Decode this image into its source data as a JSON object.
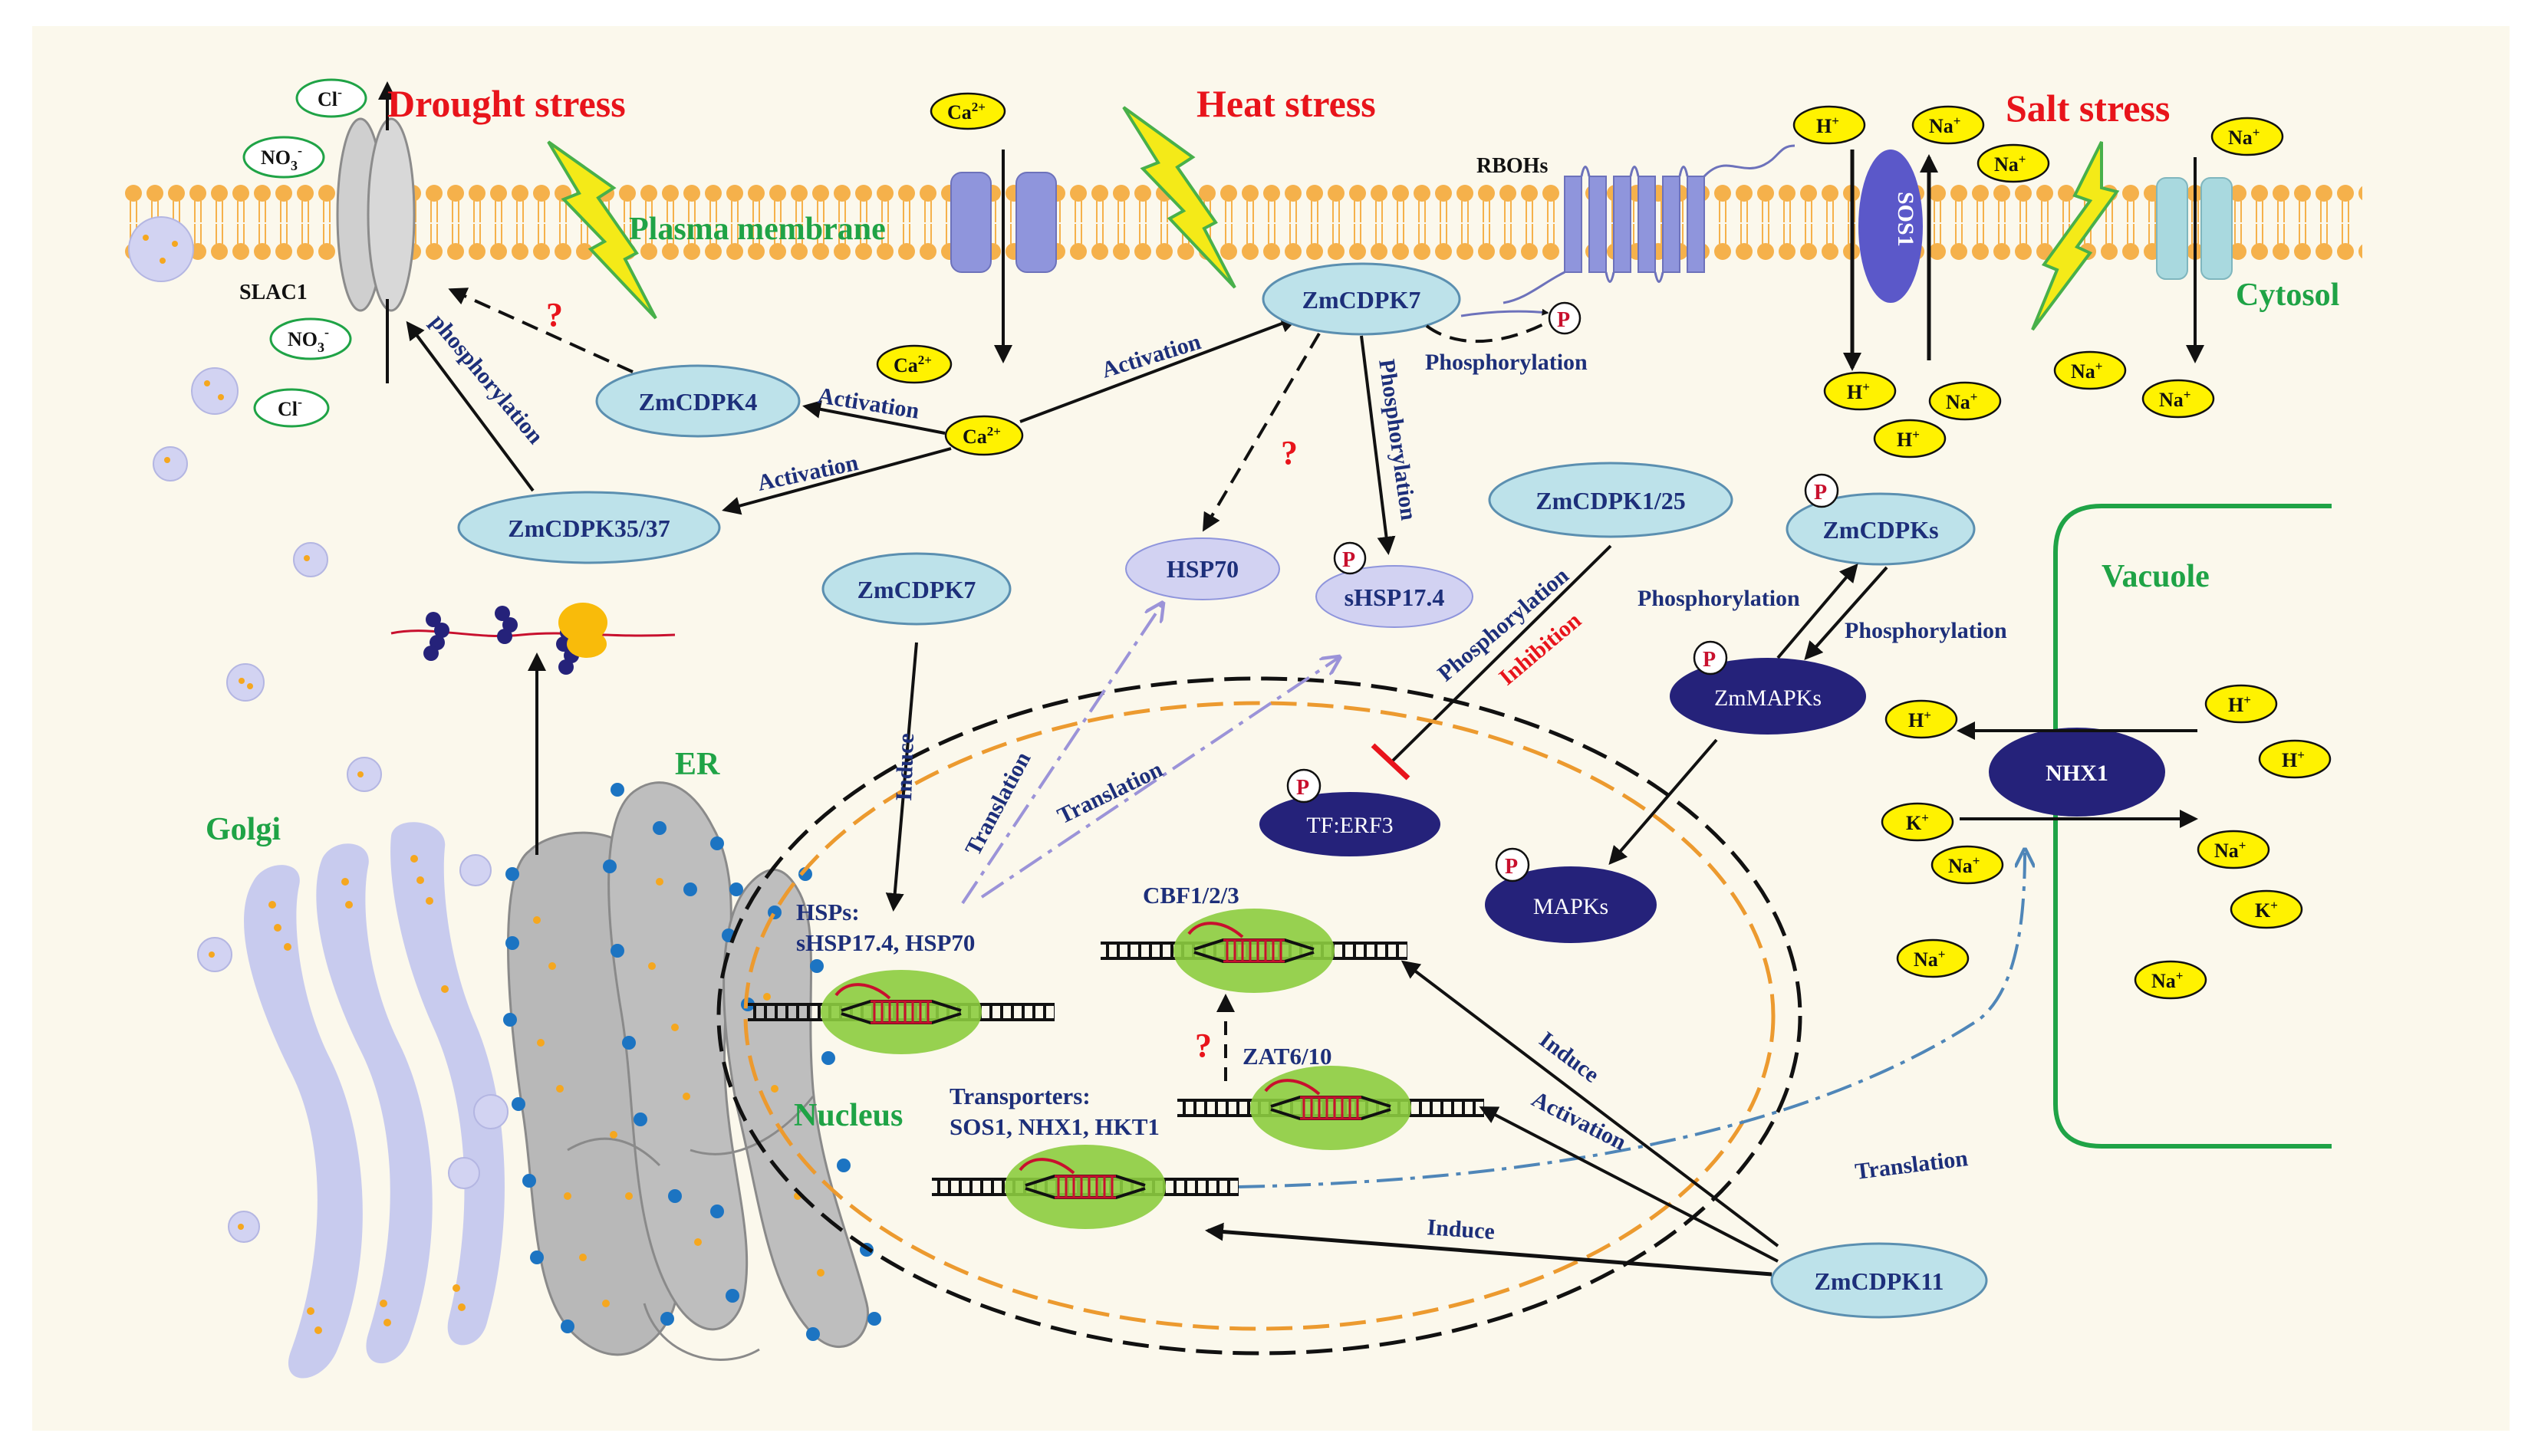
{
  "stress": {
    "drought": "Drought stress",
    "heat": "Heat stress",
    "salt": "Salt stress"
  },
  "compartments": {
    "plasma_membrane": "Plasma membrane",
    "cytosol": "Cytosol",
    "vacuole": "Vacuole",
    "er": "ER",
    "golgi": "Golgi",
    "nucleus": "Nucleus"
  },
  "proteins": {
    "zmcdpk7_top": "ZmCDPK7",
    "zmcdpk4": "ZmCDPK4",
    "zmcdpk35_37": "ZmCDPK35/37",
    "zmcdpk7_mid": "ZmCDPK7",
    "hsp70": "HSP70",
    "shsp17_4": "sHSP17.4",
    "zmcdpk1_25": "ZmCDPK1/25",
    "zmcdpks": "ZmCDPKs",
    "zmmapks": "ZmMAPKs",
    "tf_erf3": "TF:ERF3",
    "mapks": "MAPKs",
    "nhx1": "NHX1",
    "zmcdpk11": "ZmCDPK11",
    "sos1": "SOS1",
    "slac1": "SLAC1",
    "rbohs": "RBOHs",
    "p": "P"
  },
  "ions": {
    "cl": "Cl",
    "cl_sup": "-",
    "no3": "NO",
    "no3_sub": "3",
    "no3_sup": "-",
    "ca": "Ca",
    "ca_sup": "2+",
    "h": "H",
    "na": "Na",
    "k": "K",
    "plus": "+"
  },
  "edges": {
    "activation": "Activation",
    "phosphorylation_lower": "phosphorylation",
    "phosphorylation": "Phosphorylation",
    "inhibition": "Inhibition",
    "induce": "Induce",
    "translation": "Translation",
    "question": "?"
  },
  "genes": {
    "hsps_title": "HSPs:",
    "hsps_list": "sHSP17.4, HSP70",
    "cbf": "CBF1/2/3",
    "zat": "ZAT6/10",
    "transporters_title": "Transporters:",
    "transporters_list": "SOS1, NHX1, HKT1"
  },
  "colors": {
    "stress_red": "#e8141b",
    "label_green": "#1fa346",
    "text_navy": "#1d2f7a",
    "light_oval": "#bde2ea",
    "dark_oval": "#25227a",
    "ion_yellow": "#fff200",
    "membrane_orange": "#f5b14b",
    "channel_purple": "#8f95dc",
    "golgi_lavender": "#c8cbee",
    "er_gray": "#b5b5b5",
    "nucleus_orange": "#ec9a2f",
    "dna_green": "#8ccc3f"
  }
}
